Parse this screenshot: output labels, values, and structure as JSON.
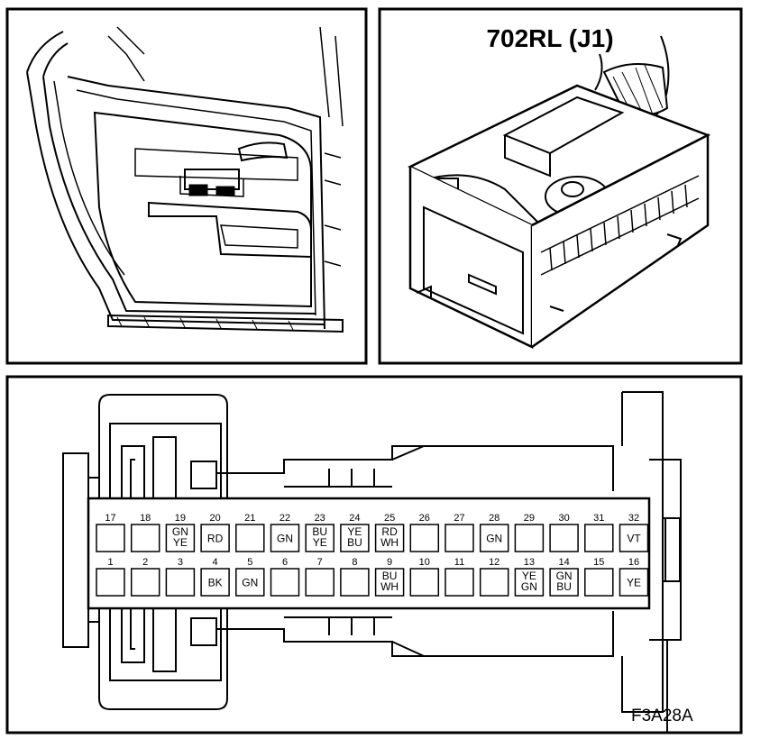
{
  "connector_label": "702RL (J1)",
  "figure_code": "F3A28A",
  "pins_top": [
    {
      "num": "17",
      "wire": []
    },
    {
      "num": "18",
      "wire": []
    },
    {
      "num": "19",
      "wire": [
        "GN",
        "YE"
      ]
    },
    {
      "num": "20",
      "wire": [
        "RD"
      ]
    },
    {
      "num": "21",
      "wire": []
    },
    {
      "num": "22",
      "wire": [
        "GN"
      ]
    },
    {
      "num": "23",
      "wire": [
        "BU",
        "YE"
      ]
    },
    {
      "num": "24",
      "wire": [
        "YE",
        "BU"
      ]
    },
    {
      "num": "25",
      "wire": [
        "RD",
        "WH"
      ]
    },
    {
      "num": "26",
      "wire": []
    },
    {
      "num": "27",
      "wire": []
    },
    {
      "num": "28",
      "wire": [
        "GN"
      ]
    },
    {
      "num": "29",
      "wire": []
    },
    {
      "num": "30",
      "wire": []
    },
    {
      "num": "31",
      "wire": []
    },
    {
      "num": "32",
      "wire": [
        "VT"
      ]
    }
  ],
  "pins_bottom": [
    {
      "num": "1",
      "wire": []
    },
    {
      "num": "2",
      "wire": []
    },
    {
      "num": "3",
      "wire": []
    },
    {
      "num": "4",
      "wire": [
        "BK"
      ]
    },
    {
      "num": "5",
      "wire": [
        "GN"
      ]
    },
    {
      "num": "6",
      "wire": []
    },
    {
      "num": "7",
      "wire": []
    },
    {
      "num": "8",
      "wire": []
    },
    {
      "num": "9",
      "wire": [
        "BU",
        "WH"
      ]
    },
    {
      "num": "10",
      "wire": []
    },
    {
      "num": "11",
      "wire": []
    },
    {
      "num": "12",
      "wire": []
    },
    {
      "num": "13",
      "wire": [
        "YE",
        "GN"
      ]
    },
    {
      "num": "14",
      "wire": [
        "GN",
        "BU"
      ]
    },
    {
      "num": "15",
      "wire": []
    },
    {
      "num": "16",
      "wire": [
        "YE"
      ]
    }
  ]
}
